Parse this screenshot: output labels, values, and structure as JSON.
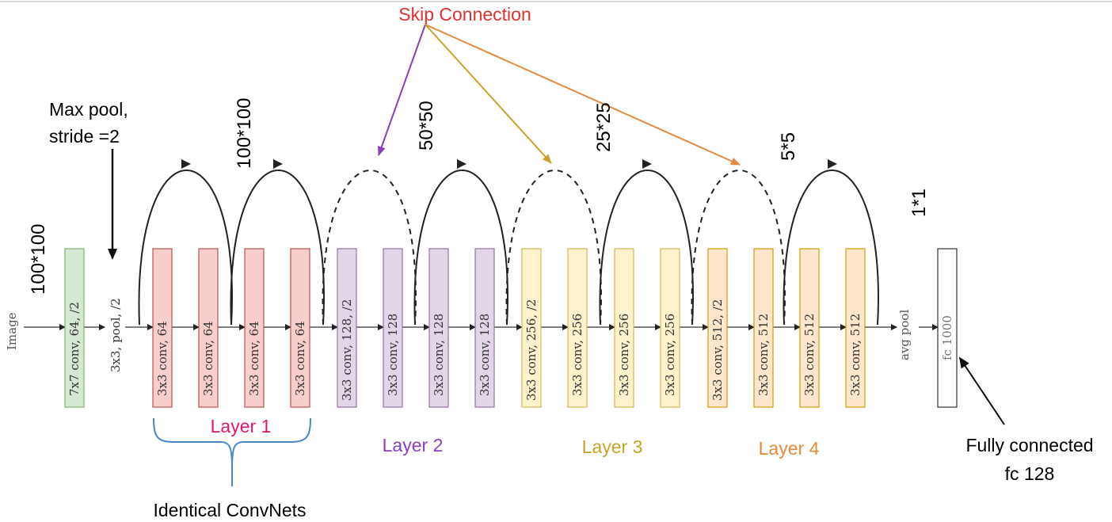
{
  "input_label": "Image",
  "resolutions": {
    "r100_input": "100*100",
    "r100": "100*100",
    "r50": "50*50",
    "r25": "25*25",
    "r5": "5*5",
    "r1": "1*1"
  },
  "annotations": {
    "skip_connection": "Skip Connection",
    "max_pool_line1": "Max pool,",
    "max_pool_line2": "stride =2",
    "identical_convnets": "Identical ConvNets",
    "fc_line1": "Fully connected",
    "fc_line2": "fc 128"
  },
  "layers": {
    "layer1": "Layer 1",
    "layer2": "Layer 2",
    "layer3": "Layer 3",
    "layer4": "Layer 4"
  },
  "blocks": {
    "conv7": "7x7 conv, 64, /2",
    "pool": "3x3, pool, /2",
    "b1": "3x3 conv, 64",
    "b2": "3x3 conv, 64",
    "b3": "3x3 conv, 64",
    "b4": "3x3 conv, 64",
    "b5": "3x3 conv, 128, /2",
    "b6": "3x3 conv, 128",
    "b7": "3x3 conv, 128",
    "b8": "3x3 conv, 128",
    "b9": "3x3 conv, 256, /2",
    "b10": "3x3 conv, 256",
    "b11": "3x3 conv, 256",
    "b12": "3x3 conv, 256",
    "b13": "3x3 conv, 512, /2",
    "b14": "3x3 conv, 512",
    "b15": "3x3 conv, 512",
    "b16": "3x3 conv, 512",
    "avgpool": "avg pool",
    "fc": "fc 1000"
  },
  "colors": {
    "layer1_fill": "#f8cecc",
    "layer1_stroke": "#b85450",
    "layer2_fill": "#e1d5e7",
    "layer2_stroke": "#9673a6",
    "layer3_fill": "#fff2cc",
    "layer3_stroke": "#d6b656",
    "layer4_fill": "#ffe6cc",
    "layer4_stroke": "#d79b00",
    "conv7_fill": "#d5e8d4",
    "conv7_stroke": "#82b366",
    "layer1_text": "#e0186c",
    "layer2_text": "#8a3fbf",
    "layer3_text": "#c9a227",
    "layer4_text": "#e58a3c",
    "skip_text": "#e03030",
    "bracket": "#4a86c8"
  }
}
